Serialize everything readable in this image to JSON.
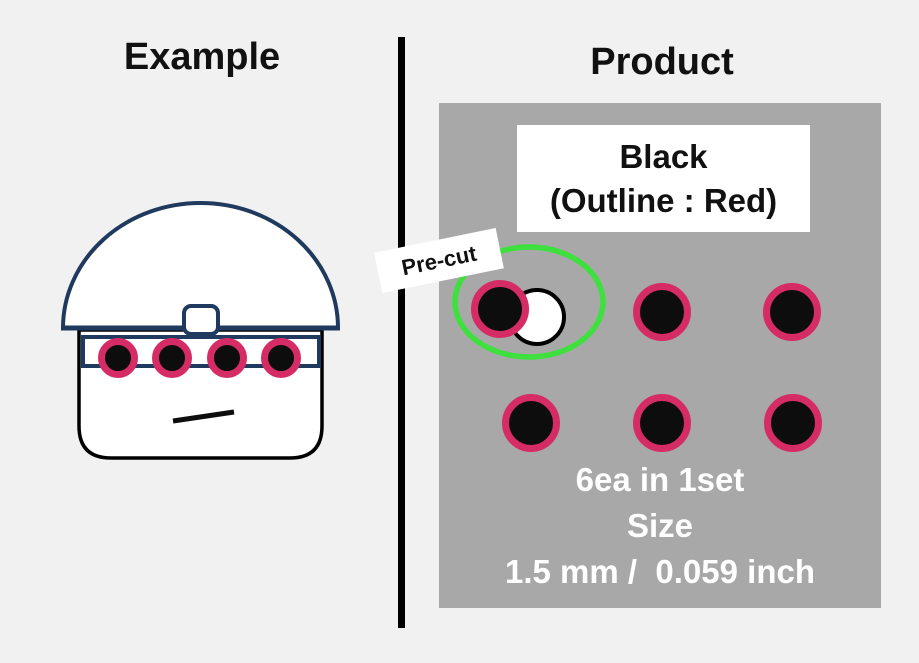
{
  "colors": {
    "background": "#f1f1f1",
    "divider": "#000000",
    "panel_gray": "#a8a8a8",
    "sticker_black": "#0d0d0d",
    "sticker_outline_red": "#d62c66",
    "helmet_navy": "#1f3a5e",
    "outline_black": "#000000",
    "highlight_green": "#3ee03e",
    "label_bg": "#ffffff",
    "bottom_text": "#ffffff"
  },
  "example_panel": {
    "title": "Example"
  },
  "product_panel": {
    "title": "Product",
    "color_label": {
      "line1": "Black",
      "line2": "(Outline : Red)"
    },
    "precut_label": "Pre-cut",
    "quantity_text": "6ea in 1set",
    "size_heading": "Size",
    "size_value": "1.5 mm /  0.059 inch",
    "dot_count": 6,
    "rows": 2,
    "dots_per_row": 3
  }
}
